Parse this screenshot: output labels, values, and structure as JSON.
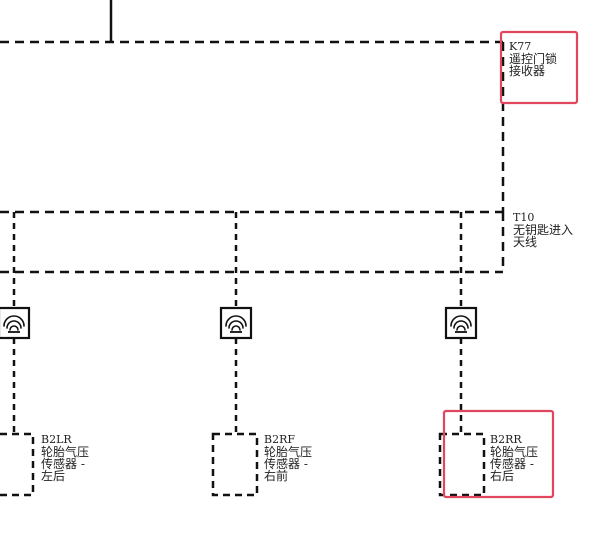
{
  "components": {
    "k77": {
      "code": "K77",
      "line1": "遥控门锁",
      "line2": "接收器"
    },
    "t10": {
      "code": "T10",
      "line1": "无钥匙进入",
      "line2": "天线"
    },
    "b2lr": {
      "code": "B2LR",
      "line1": "轮胎气压",
      "line2": "传感器 -",
      "line3": "左后"
    },
    "b2rf": {
      "code": "B2RF",
      "line1": "轮胎气压",
      "line2": "传感器 -",
      "line3": "右前"
    },
    "b2rr": {
      "code": "B2RR",
      "line1": "轮胎气压",
      "line2": "传感器 -",
      "line3": "右后"
    }
  },
  "icons": [
    "antenna-icon",
    "antenna-icon",
    "antenna-icon"
  ],
  "colors": {
    "line": "#111111",
    "highlight": "#e0475f",
    "text": "#222222",
    "background": "#ffffff"
  }
}
